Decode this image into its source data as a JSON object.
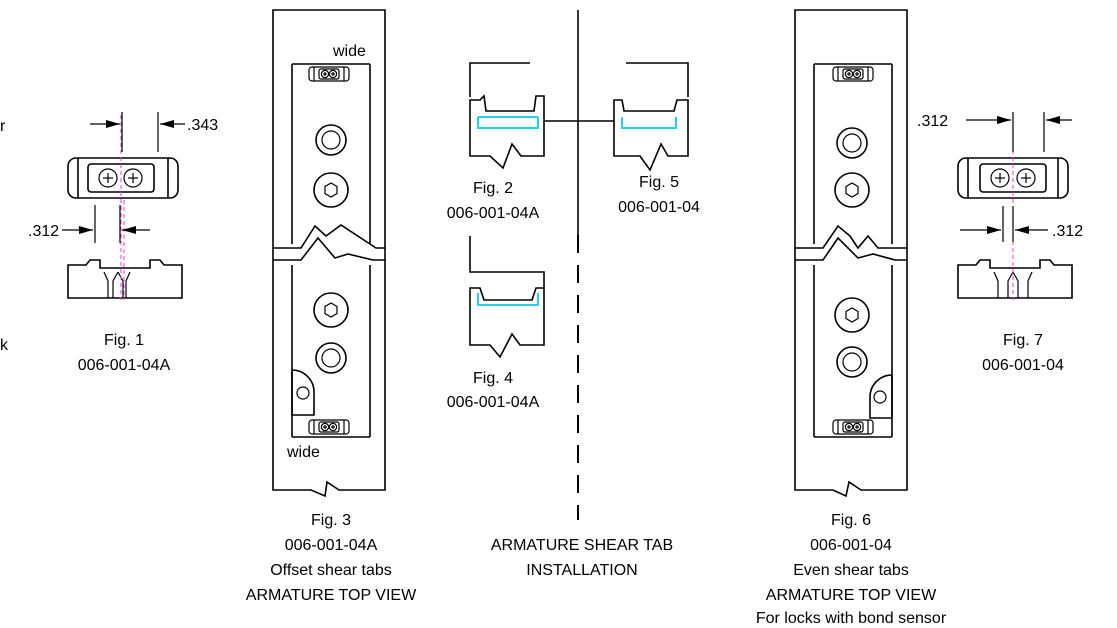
{
  "fig1": {
    "caption": "Fig. 1",
    "part": "006-001-04A",
    "dim_top": ".343",
    "dim_bottom": ".312"
  },
  "fig2": {
    "caption": "Fig. 2",
    "part": "006-001-04A"
  },
  "fig3": {
    "caption": "Fig. 3",
    "part": "006-001-04A",
    "line1": "Offset shear tabs",
    "line2": "ARMATURE TOP VIEW",
    "wide_top": "wide",
    "wide_bottom": "wide"
  },
  "fig4": {
    "caption": "Fig. 4",
    "part": "006-001-04A"
  },
  "fig5": {
    "caption": "Fig. 5",
    "part": "006-001-04"
  },
  "fig6": {
    "caption": "Fig. 6",
    "part": "006-001-04",
    "line1": "Even shear tabs",
    "line2": "ARMATURE TOP VIEW",
    "line3": "For locks with bond sensor"
  },
  "fig7": {
    "caption": "Fig. 7",
    "part": "006-001-04",
    "dim_top": ".312",
    "dim_bottom": ".312"
  },
  "center_title": {
    "line1": "ARMATURE SHEAR TAB",
    "line2": "INSTALLATION"
  },
  "edge_fragments": {
    "top": "r",
    "bottom": "k"
  },
  "colors": {
    "centerline": "#e040e0",
    "tab_highlight": "#22d3e6",
    "line": "#000000"
  }
}
